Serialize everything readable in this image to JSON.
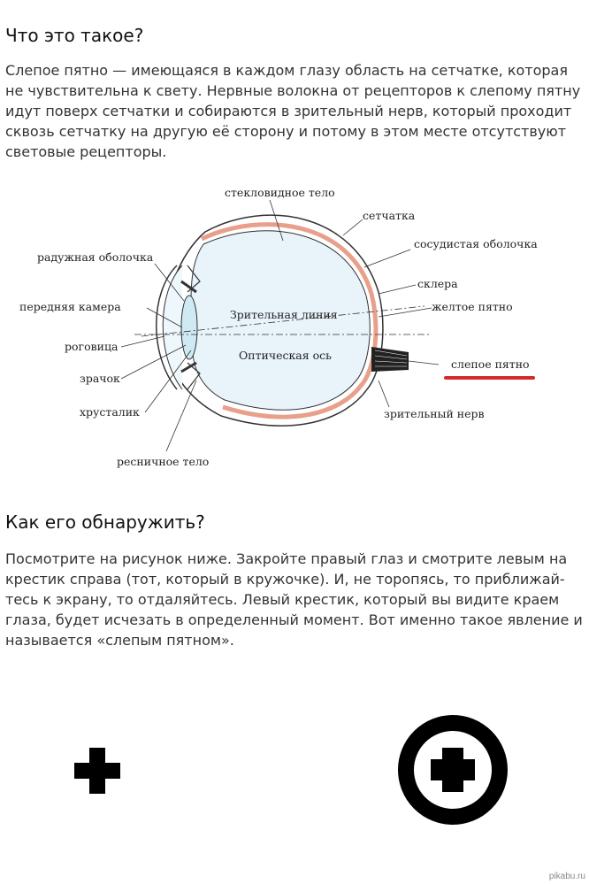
{
  "section1": {
    "title": "Что это такое?",
    "text": "Слепое пятно — имеющаяся в каждом глазу  область на сетчатке, которая не чувствительна к свету. Нервные волокна от рецепторов к слепому пятну идут поверх сетчатки и собираются в зрительный нерв, который проходит сквозь сетчатку на другую её сторону и потому в этом месте отсутствуют световые рецепторы."
  },
  "diagram": {
    "labels": {
      "vitreous": "стекловидное тело",
      "retina": "сетчатка",
      "choroid": "сосудистая оболочка",
      "iris": "радужная оболочка",
      "sclera": "склера",
      "anterior_chamber": "передняя камера",
      "macula": "желтое пятно",
      "visual_line": "Зрительная линия",
      "cornea": "роговица",
      "optic_axis": "Оптическая ось",
      "blind_spot": "слепое пятно",
      "pupil": "зрачок",
      "lens": "хрусталик",
      "optic_nerve": "зрительный нерв",
      "ciliary_body": "ресничное тело"
    },
    "highlight_color": "#d62a2a",
    "retina_color": "#e8a08c",
    "eye_fill": "#e8f3fa"
  },
  "section2": {
    "title": "Как его обнаружить?",
    "text": "Посмотрите на рисунок ниже. Закройте правый глаз и смотрите левым на крестик справа (тот, который в кружочке). И, не торопясь, то приближай-тесь к экрану, то отдаляйтесь. Левый крестик, который вы видите краем глаза, будет исчезать в определенный момент. Вот именно такое явление и называется «слепым пятном»."
  },
  "test": {
    "left_icon": "plus-icon",
    "right_icon": "circled-plus-icon"
  },
  "watermark": "pikabu.ru"
}
